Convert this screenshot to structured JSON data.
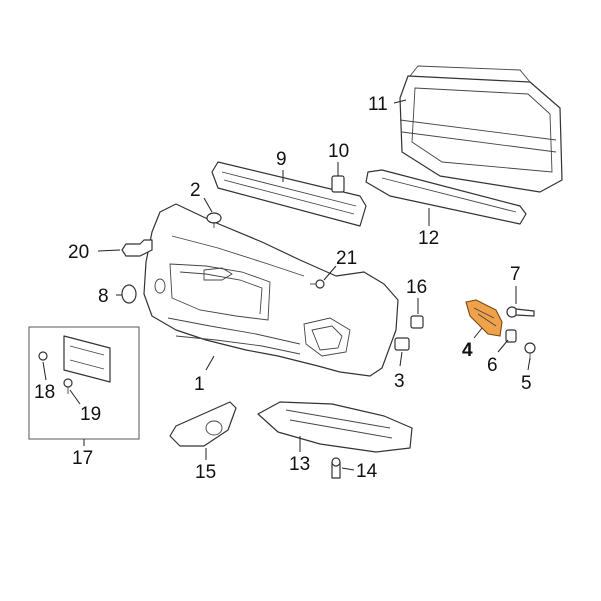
{
  "callouts": {
    "c1": "1",
    "c2": "2",
    "c3": "3",
    "c4": "4",
    "c5": "5",
    "c6": "6",
    "c7": "7",
    "c8": "8",
    "c9": "9",
    "c10": "10",
    "c11": "11",
    "c12": "12",
    "c13": "13",
    "c14": "14",
    "c15": "15",
    "c16": "16",
    "c17": "17",
    "c18": "18",
    "c19": "19",
    "c20": "20",
    "c21": "21"
  },
  "colors": {
    "highlight": "#f0a24a",
    "line": "#333333"
  }
}
